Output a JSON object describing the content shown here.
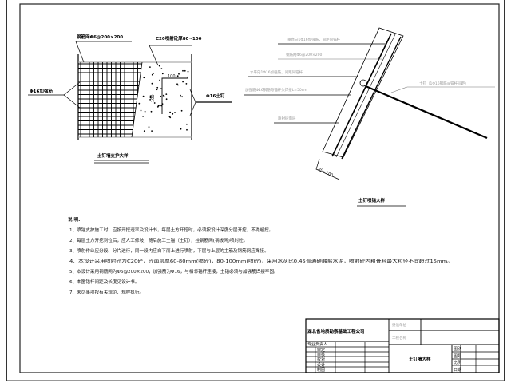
{
  "left_detail": {
    "mesh_label": "钢筋网Φ6@200×200",
    "shotcrete_label": "C20喷射砼厚80~100",
    "stiffener_label": "Φ16加强筋",
    "nail_label": "Φ16土钉",
    "dim_horizontal": "100",
    "dim_vertical": "100",
    "title": "土钉墙支护大样"
  },
  "right_detail": {
    "labels": [
      "垂直向1Φ16加强筋，间距同锚杆",
      "钢筋网Φ6@200×200",
      "水平向1Φ16加强筋，间距同锚杆",
      "加强筋Φ16钢筋与锚杆头焊接L=50cm",
      "喷射砼面层"
    ],
    "nail_label": "土钉（1Φ16钢筋@锚杆间距）",
    "dim": "80~100",
    "title": "土钉喷锚大样"
  },
  "notes": {
    "heading": "说  明:",
    "items": [
      "1、喷锚支护施工时，应按开挖速率及设计书，每层土方开挖时，必须按设计深度分层开挖，不得超挖。",
      "2、每层土方开挖到位后，应人工修坡，随后施工土锚（土钉），挂钢筋网(钢板网)喷射砼。",
      "3、喷射作业应分段、分片进行，同一段内应自下而上进行喷射，下层与上层的主筋及钢筋网应焊接。",
      "4、本设计采用喷射砼为C20砼，砼面层厚60-80mm(喷砼)，80-100mm(喷砼)，采用水灰比0.45普通硅酸盐水泥，喷射砼内粗骨料最大粒径不宜超过15mm。",
      "5、本设计采用钢筋网为Φ6@200×200，加强筋为Φ16，与相邻锚杆连接，土锚必须与加强筋焊接牢固。",
      "6、本图锚杆间距及长度见设计书。",
      "7、未尽事项按有关规范、规程执行。"
    ]
  },
  "title_block": {
    "company": "湖北省地质勘察基础工程公司",
    "client_label": "建设单位",
    "project_label": "工程名称",
    "drawing_title": "土钉墙大样",
    "sign_header": "专业负责人",
    "sign_rows": [
      "审定",
      "审核",
      "校对",
      "设计",
      "制图"
    ],
    "info_rows": [
      "图别",
      "图号",
      "比例",
      "日期"
    ]
  }
}
